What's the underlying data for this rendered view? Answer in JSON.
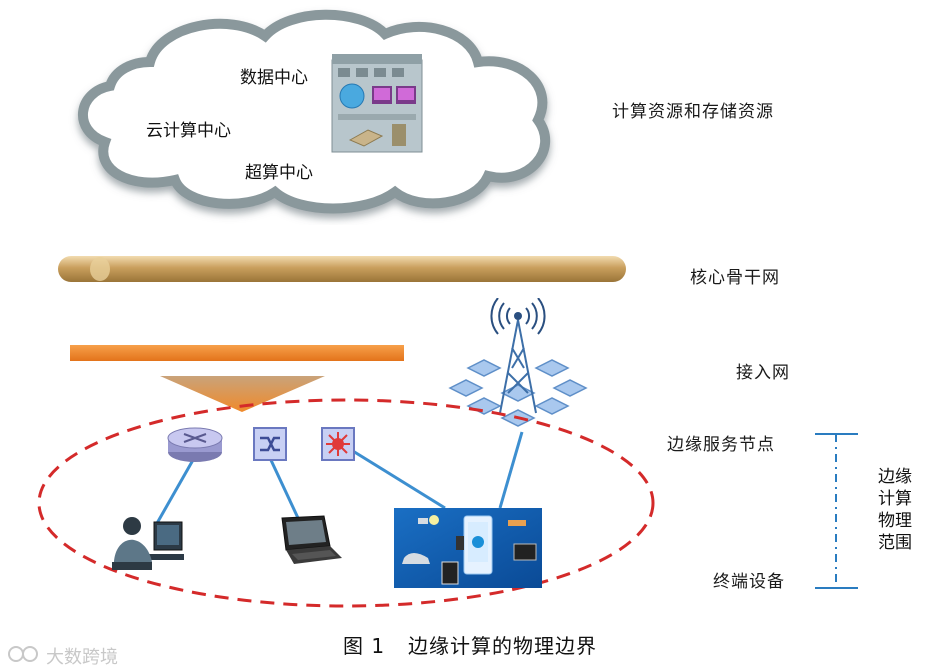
{
  "cloud": {
    "data_center": "数据中心",
    "cloud_center": "云计算中心",
    "super_center": "超算中心"
  },
  "layers": {
    "compute_storage": "计算资源和存储资源",
    "core_backbone": "核心骨干网",
    "access_network": "接入网",
    "edge_node": "边缘服务节点",
    "terminal": "终端设备"
  },
  "range_label": "边缘计算物理范围",
  "caption": {
    "fig_no": "图 1",
    "title": "边缘计算的物理边界"
  },
  "watermark": "大数跨境",
  "colors": {
    "cloud_fill": "#ffffff",
    "cloud_stroke": "#7c8b90",
    "backbone": "#c9a46a",
    "access_bar": "#f08a2a",
    "ellipse": "#d42a2a",
    "connector": "#3d8fd0",
    "hex": "#8fb5e3",
    "range_line": "#2a7cc0"
  },
  "icons": [
    "router-icon",
    "switch-icon",
    "firewall-icon",
    "cell-tower-icon",
    "user-at-computer-icon",
    "laptop-icon",
    "smart-devices-panel-icon",
    "server-building-icon"
  ]
}
